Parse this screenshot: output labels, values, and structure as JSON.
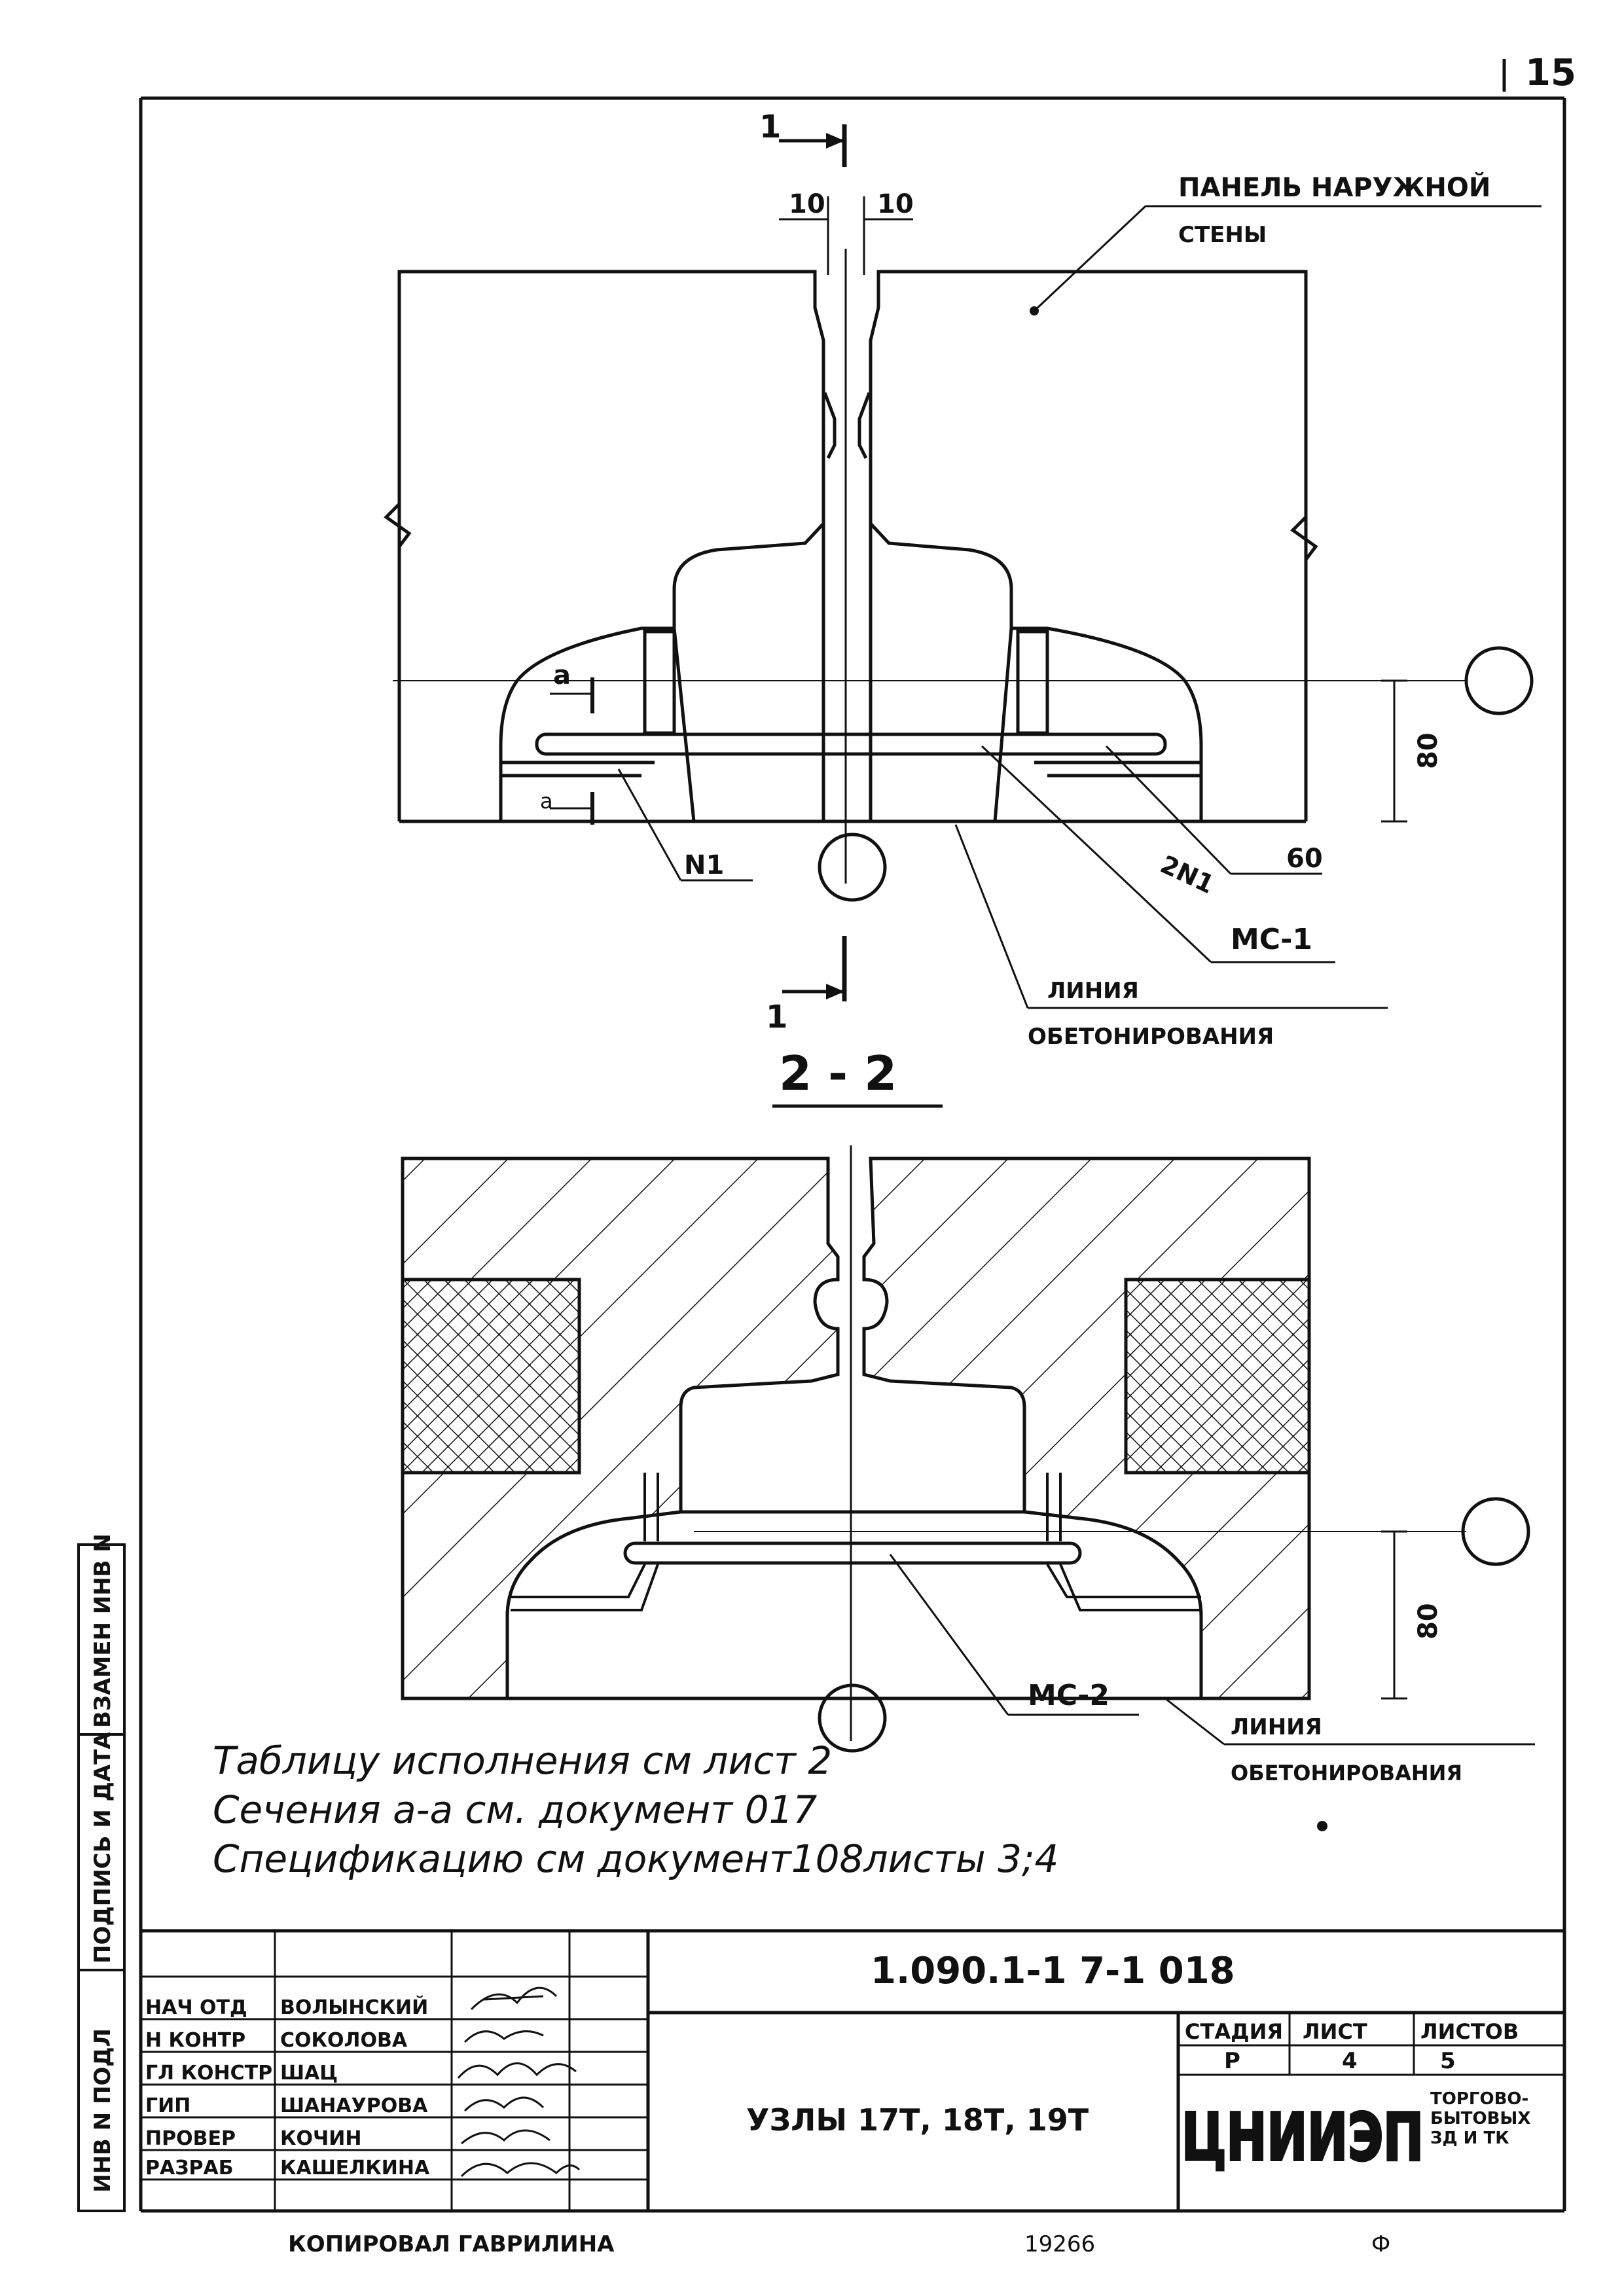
{
  "page_number": "15",
  "section1": {
    "mark_top": "1",
    "mark_bottom": "1",
    "dim_left": "10",
    "dim_right": "10"
  },
  "labels": {
    "panel_line1": "ПАНЕЛЬ НАРУЖНОЙ",
    "panel_line2": "СТЕНЫ",
    "a_mark_top": "а",
    "a_mark_bottom": "а",
    "n1": "N1",
    "n2": "2N1",
    "d60": "60",
    "mc1": "МС-1",
    "concrete_line1_a": "ЛИНИЯ",
    "concrete_line2_a": "ОБЕТОНИРОВАНИЯ",
    "dim80_top": "80",
    "section22": "2 - 2",
    "mc2": "МС-2",
    "concrete_line1_b": "ЛИНИЯ",
    "concrete_line2_b": "ОБЕТОНИРОВАНИЯ",
    "dim80_bottom": "80"
  },
  "notes": [
    "Таблицу исполнения см лист 2",
    "Сечения а-а см. документ 017",
    "Спецификацию см документ108листы 3;4"
  ],
  "side_stamp": [
    "ВЗАМЕН ИНВ N",
    "ПОДПИСЬ И ДАТА",
    "ИНВ N ПОДЛ"
  ],
  "title_block": {
    "doc_code": "1.090.1-1  7-1  018",
    "title": "УЗЛЫ 17Т, 18Т, 19Т",
    "roles": [
      "НАЧ ОТД",
      "Н КОНТР",
      "ГЛ КОНСТР",
      "ГИП",
      "ПРОВЕР",
      "РАЗРАБ"
    ],
    "names": [
      "ВОЛЫНСКИЙ",
      "СОКОЛОВА",
      "ШАЦ",
      "ШАНАУРОВА",
      "КОЧИН",
      "КАШЕЛКИНА"
    ],
    "stage_header": "СТАДИЯ",
    "sheet_header": "ЛИСТ",
    "sheets_header": "ЛИСТОВ",
    "stage": "Р",
    "sheet": "4",
    "sheets": "5",
    "org": "ЦНИИЭП",
    "org_sub": [
      "ТОРГОВО-",
      "БЫТОВЫХ",
      "ЗД И ТК"
    ]
  },
  "footer": {
    "copied": "КОПИРОВАЛ ГАВРИЛИНА",
    "order": "19266",
    "format": "Ф"
  }
}
